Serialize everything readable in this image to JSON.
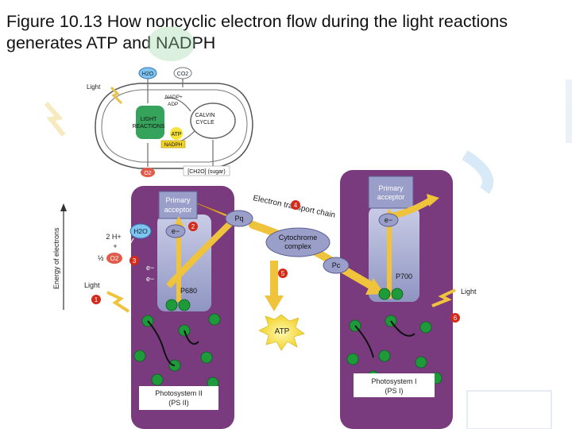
{
  "title": {
    "line1": "Figure 10.13 How noncyclic electron flow during the light reactions",
    "line2": "generates ATP and NADPH"
  },
  "overview": {
    "h2o": "H2O",
    "co2": "CO2",
    "light": "Light",
    "nadp": "NADP+",
    "adp": "ADP",
    "light_reactions_1": "LIGHT",
    "light_reactions_2": "REACTIONS",
    "calvin_1": "CALVIN",
    "calvin_2": "CYCLE",
    "atp": "ATP",
    "nadph": "NADPH",
    "o2": "O2",
    "sugar": "[CH2O] (sugar)"
  },
  "main": {
    "y_axis": "Energy of electrons",
    "ps2_primary_acceptor_1": "Primary",
    "ps2_primary_acceptor_2": "acceptor",
    "ps1_primary_acceptor_1": "Primary",
    "ps1_primary_acceptor_2": "acceptor",
    "etc_label": "Electron transport chain",
    "pq": "Pq",
    "cytochrome_1": "Cytochrome",
    "cytochrome_2": "complex",
    "pc": "Pc",
    "p680": "P680",
    "p700": "P700",
    "h2o": "H2O",
    "two_h": "2 H+",
    "plus": "+",
    "half": "½",
    "o2": "O2",
    "electron": "e−",
    "light_left": "Light",
    "light_right": "Light",
    "atp": "ATP",
    "ps2_label_1": "Photosystem II",
    "ps2_label_2": "(PS II)",
    "ps1_label_1": "Photosystem I",
    "ps1_label_2": "(PS I)",
    "steps": [
      "1",
      "2",
      "3",
      "4",
      "5",
      "6"
    ]
  },
  "colors": {
    "photosystem_purple": "#7a3a7e",
    "reaction_center": "#9a9fc9",
    "step_badge": "#d42a1a",
    "chlorophyll_green": "#1e9a3a",
    "arrow_gold": "#f0c33c",
    "atp_yellow": "#f7e33a"
  }
}
